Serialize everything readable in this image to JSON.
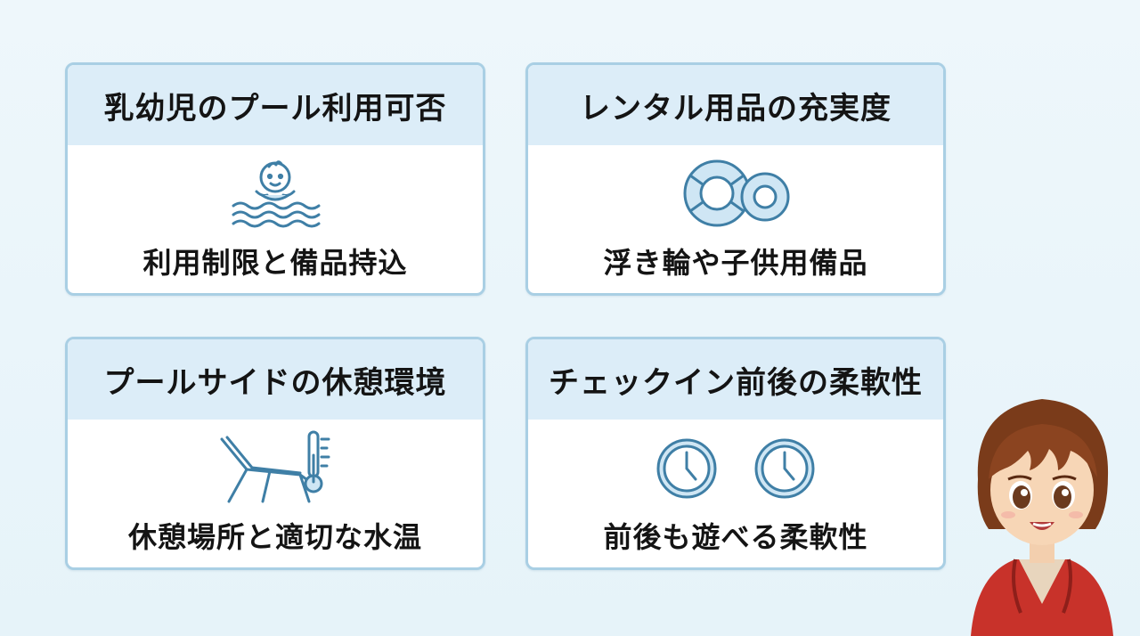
{
  "cards": [
    {
      "title": "乳幼児のプール利用可否",
      "subtitle": "利用制限と備品持込",
      "icon": "baby-swimming-icon"
    },
    {
      "title": "レンタル用品の充実度",
      "subtitle": "浮き輪や子供用備品",
      "icon": "swim-ring-icon"
    },
    {
      "title": "プールサイドの休憩環境",
      "subtitle": "休憩場所と適切な水温",
      "icon": "lounge-chair-thermometer-icon"
    },
    {
      "title": "チェックイン前後の柔軟性",
      "subtitle": "前後も遊べる柔軟性",
      "icon": "clocks-icon"
    }
  ],
  "colors": {
    "card_border": "#a9cfe4",
    "card_header": "#dcedf8",
    "icon_stroke": "#3f7fa6",
    "icon_fill": "#cfe6f4"
  }
}
